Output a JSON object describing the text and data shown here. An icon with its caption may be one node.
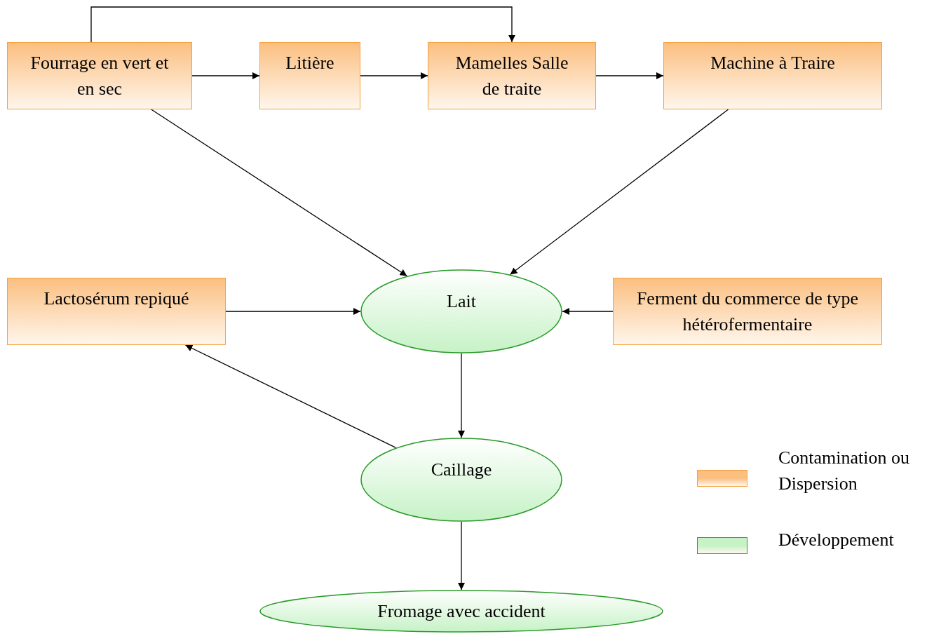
{
  "diagram": {
    "nodes": [
      {
        "text": [
          "Fourrage en vert et en sec"
        ]
      },
      {
        "text": [
          "Litière"
        ]
      },
      {
        "text": [
          "Mamelles Salle de traite"
        ]
      },
      {
        "text": [
          "Machine à Traire"
        ]
      },
      {
        "text": [
          "Lactosérum repiqué"
        ]
      },
      {
        "text": [
          "Lait"
        ]
      },
      {
        "text": [
          "Ferment du commerce de type hétérofermentaire"
        ]
      },
      {
        "text": [
          "Caillage"
        ]
      },
      {
        "text": [
          "Fromage avec accident"
        ]
      }
    ],
    "edges": [
      {
        "from": 0,
        "to": 1,
        "arrow": "to"
      },
      {
        "from": 1,
        "to": 2,
        "arrow": "to"
      },
      {
        "from": 2,
        "to": 3,
        "arrow": "to"
      },
      {
        "from": 0,
        "to": 2,
        "arrow": "to"
      },
      {
        "from": 0,
        "to": 5,
        "arrow": "to"
      },
      {
        "from": 3,
        "to": 5,
        "arrow": "to"
      },
      {
        "from": 4,
        "to": 5,
        "arrow": "to"
      },
      {
        "from": 6,
        "to": 5,
        "arrow": "to"
      },
      {
        "from": 5,
        "to": 7,
        "arrow": "to"
      },
      {
        "from": 7,
        "to": 4,
        "arrow": "to"
      },
      {
        "from": 7,
        "to": 8,
        "arrow": "to"
      }
    ],
    "legend": [
      {
        "text": "Contamination ou Dispersion",
        "color": "#fbbf80"
      },
      {
        "text": "Développement",
        "color": "#c6f2c6"
      }
    ]
  }
}
